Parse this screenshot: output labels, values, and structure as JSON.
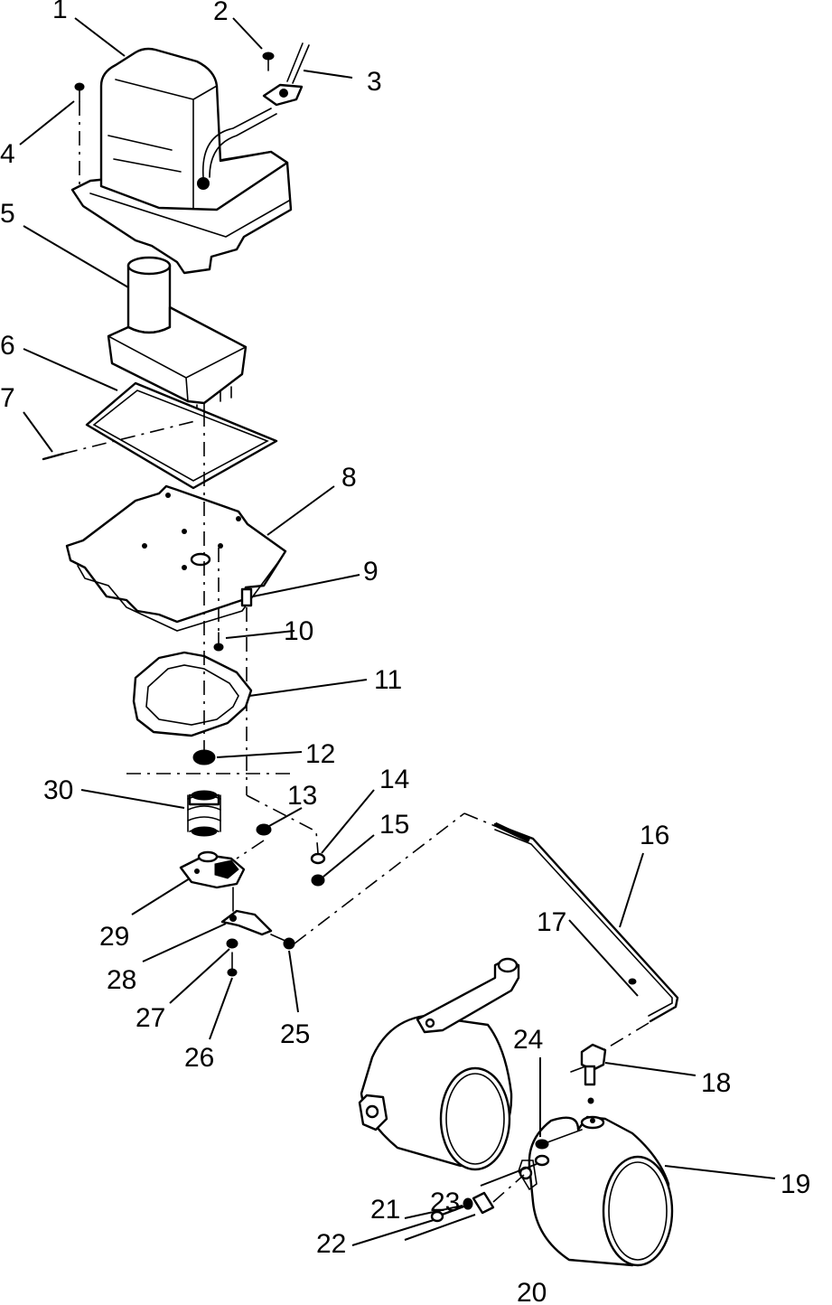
{
  "callouts": [
    {
      "id": "c1",
      "text": "1"
    },
    {
      "id": "c2",
      "text": "2"
    },
    {
      "id": "c3",
      "text": "3"
    },
    {
      "id": "c4",
      "text": "4"
    },
    {
      "id": "c5",
      "text": "5"
    },
    {
      "id": "c6",
      "text": "6"
    },
    {
      "id": "c7",
      "text": "7"
    },
    {
      "id": "c8",
      "text": "8"
    },
    {
      "id": "c9",
      "text": "9"
    },
    {
      "id": "c10",
      "text": "10"
    },
    {
      "id": "c11",
      "text": "11"
    },
    {
      "id": "c12",
      "text": "12"
    },
    {
      "id": "c13",
      "text": "13"
    },
    {
      "id": "c14",
      "text": "14"
    },
    {
      "id": "c15",
      "text": "15"
    },
    {
      "id": "c16",
      "text": "16"
    },
    {
      "id": "c17",
      "text": "17"
    },
    {
      "id": "c18",
      "text": "18"
    },
    {
      "id": "c19",
      "text": "19"
    },
    {
      "id": "c20",
      "text": "20"
    },
    {
      "id": "c21",
      "text": "21"
    },
    {
      "id": "c22",
      "text": "22"
    },
    {
      "id": "c23",
      "text": "23"
    },
    {
      "id": "c24",
      "text": "24"
    },
    {
      "id": "c25",
      "text": "25"
    },
    {
      "id": "c26",
      "text": "26"
    },
    {
      "id": "c27",
      "text": "27"
    },
    {
      "id": "c28",
      "text": "28"
    },
    {
      "id": "c29",
      "text": "29"
    },
    {
      "id": "c30",
      "text": "30"
    }
  ]
}
